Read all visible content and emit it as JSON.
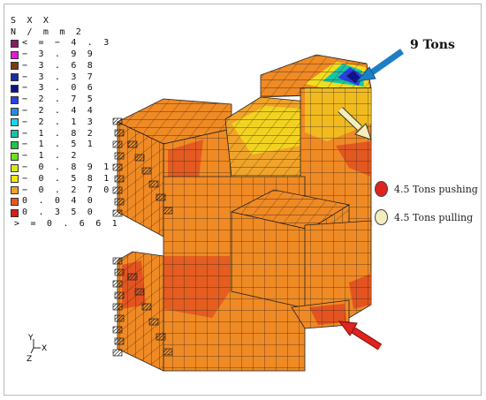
{
  "legend": {
    "title_line1": "S X X",
    "title_line2": "N / m m 2",
    "entries": [
      {
        "label": "< = − 4 . 3",
        "color": "#8a1a6a"
      },
      {
        "label": "− 3 . 9 9",
        "color": "#e31bd6"
      },
      {
        "label": "− 3 . 6 8",
        "color": "#7a3b14"
      },
      {
        "label": "− 3 . 3 7",
        "color": "#1a2aa8"
      },
      {
        "label": "− 3 . 0 6",
        "color": "#0b148a"
      },
      {
        "label": "− 2 . 7 5",
        "color": "#2b3fe6"
      },
      {
        "label": "− 2 . 4 4",
        "color": "#2a8cd8"
      },
      {
        "label": "− 2 . 1 3",
        "color": "#19d6e8"
      },
      {
        "label": "− 1 . 8 2",
        "color": "#17c6a6"
      },
      {
        "label": "− 1 . 5 1",
        "color": "#22c44a"
      },
      {
        "label": "− 1 . 2",
        "color": "#6ee01c"
      },
      {
        "label": "− 0 . 8 9 1",
        "color": "#d8e81a"
      },
      {
        "label": "− 0 . 5 8 1",
        "color": "#f2e60c"
      },
      {
        "label": "− 0 . 2 7 0",
        "color": "#f2a12b"
      },
      {
        "label": "0 . 0 4 0",
        "color": "#e8561e"
      },
      {
        "label": "0 . 3 5 0",
        "color": "#d61f16"
      }
    ],
    "last_label": "> =   0 . 6 6 1"
  },
  "annotations": {
    "load_label": "9 Tons",
    "push_label": "4.5 Tons pushing",
    "pull_label": "4.5 Tons pulling"
  },
  "colors": {
    "orange": "#f08a24",
    "red": "#e04a20",
    "yellow": "#f2dc1e",
    "arrow_blue": "#1c7fc4",
    "arrow_cream": "#f4edbd",
    "arrow_red": "#e0231d"
  },
  "axes": {
    "y": "Y",
    "x": "X",
    "z": "Z"
  }
}
